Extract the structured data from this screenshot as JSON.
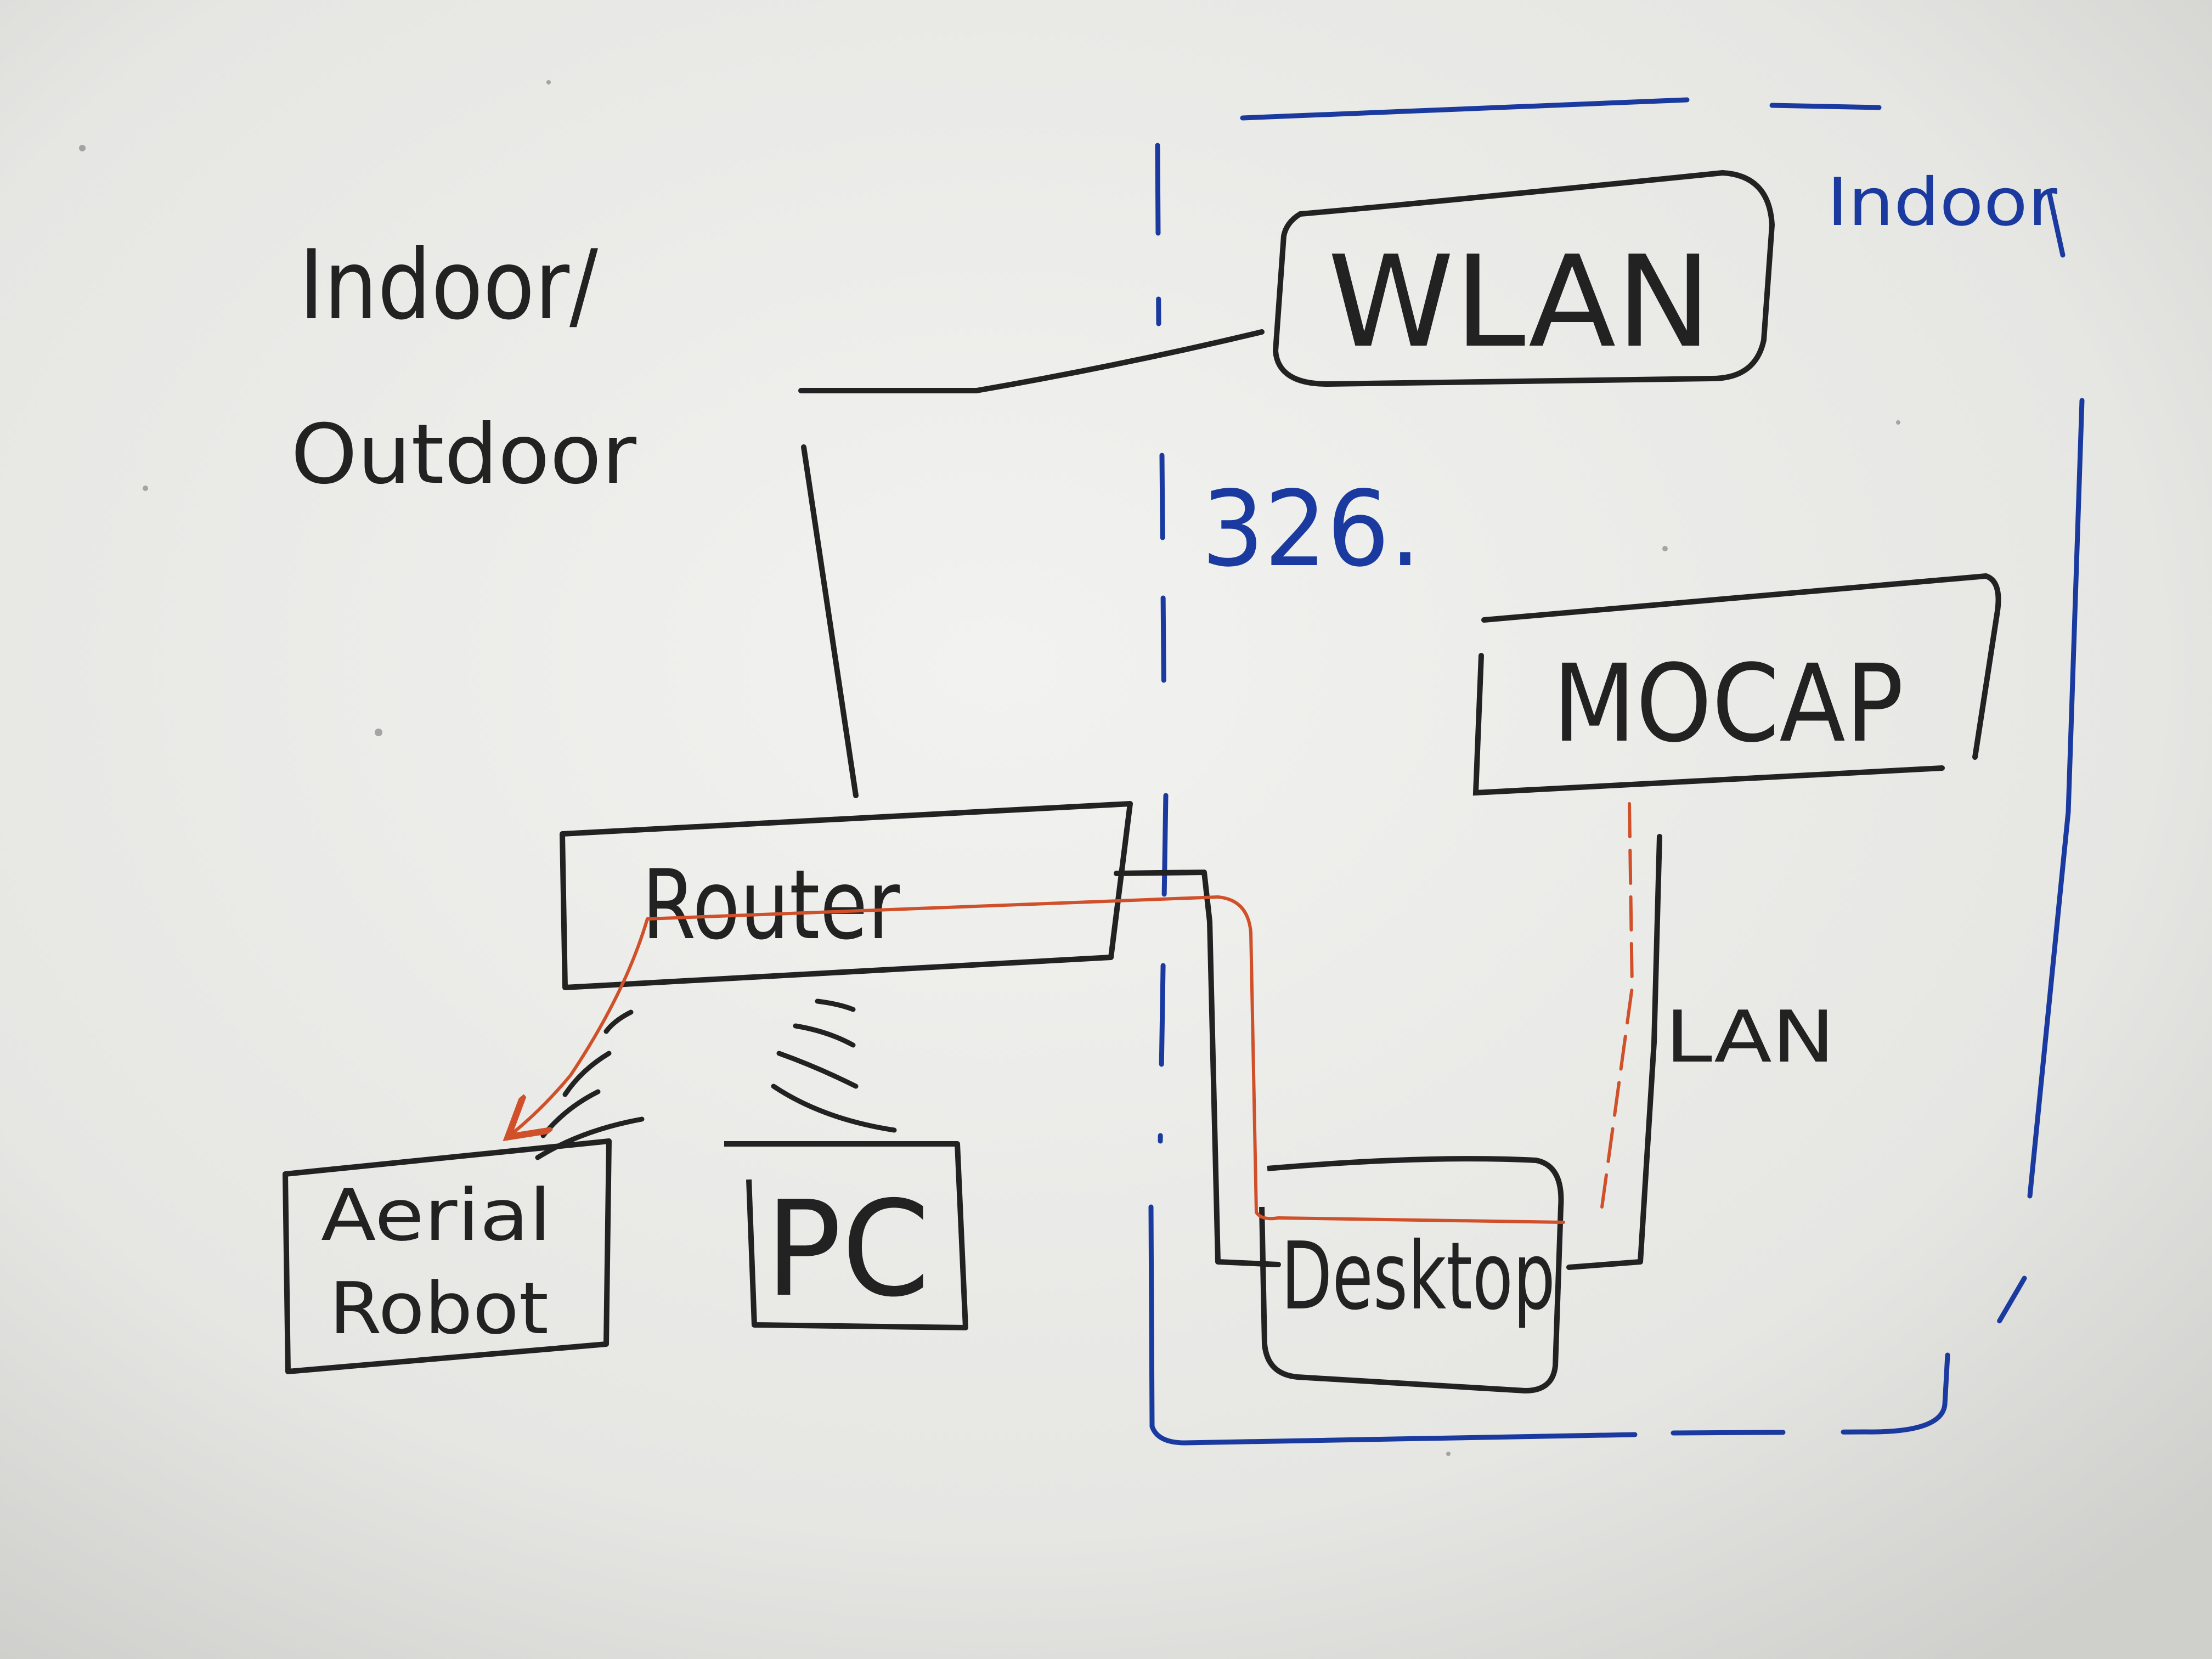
{
  "labels": {
    "region_left_line1": "Indoor/",
    "region_left_line2": "Outdoor",
    "region_right": "Indoor",
    "room_number": "326.",
    "wlan": "WLAN",
    "mocap": "MOCAP",
    "router": "Router",
    "aerial_robot_line1": "Aerial",
    "aerial_robot_line2": "Robot",
    "pc": "PC",
    "desktop": "Desktop",
    "lan": "LAN"
  },
  "colors": {
    "board": "#ecebe8",
    "black_marker": "#222222",
    "blue_marker": "#1a3aa0",
    "red_marker": "#d0502a"
  },
  "icons": {
    "wireless_robot": "wifi-signal-icon",
    "wireless_pc": "wifi-signal-icon",
    "data_flow": "arrow-icon"
  }
}
